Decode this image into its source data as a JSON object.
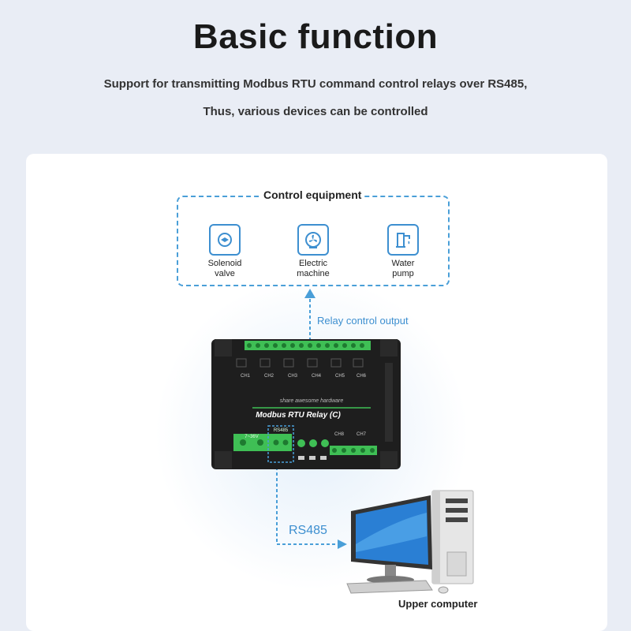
{
  "header": {
    "title": "Basic function",
    "subtitle_line1": "Support for transmitting Modbus RTU command control relays over RS485,",
    "subtitle_line2": "Thus, various devices can be controlled"
  },
  "control": {
    "title": "Control equipment",
    "devices": [
      {
        "label": "Solenoid\nvalve",
        "icon": "solenoid-valve-icon"
      },
      {
        "label": "Electric\nmachine",
        "icon": "electric-fan-icon"
      },
      {
        "label": "Water\npump",
        "icon": "water-pump-icon"
      }
    ]
  },
  "labels": {
    "relay_output": "Relay control output",
    "rs485": "RS485",
    "upper_computer": "Upper computer"
  },
  "device": {
    "brand_text": "share awesome hardware",
    "name": "Modbus RTU Relay (C)",
    "channels": [
      "CH1",
      "CH2",
      "CH3",
      "CH4",
      "CH5",
      "CH6"
    ],
    "channels_lower": [
      "CH8",
      "CH7"
    ],
    "power_label": "7~36V",
    "rs485_port_label": "RS485"
  },
  "colors": {
    "accent": "#3d8fd0",
    "terminal_green": "#3fbf55",
    "device_body": "#1e1e1e"
  }
}
